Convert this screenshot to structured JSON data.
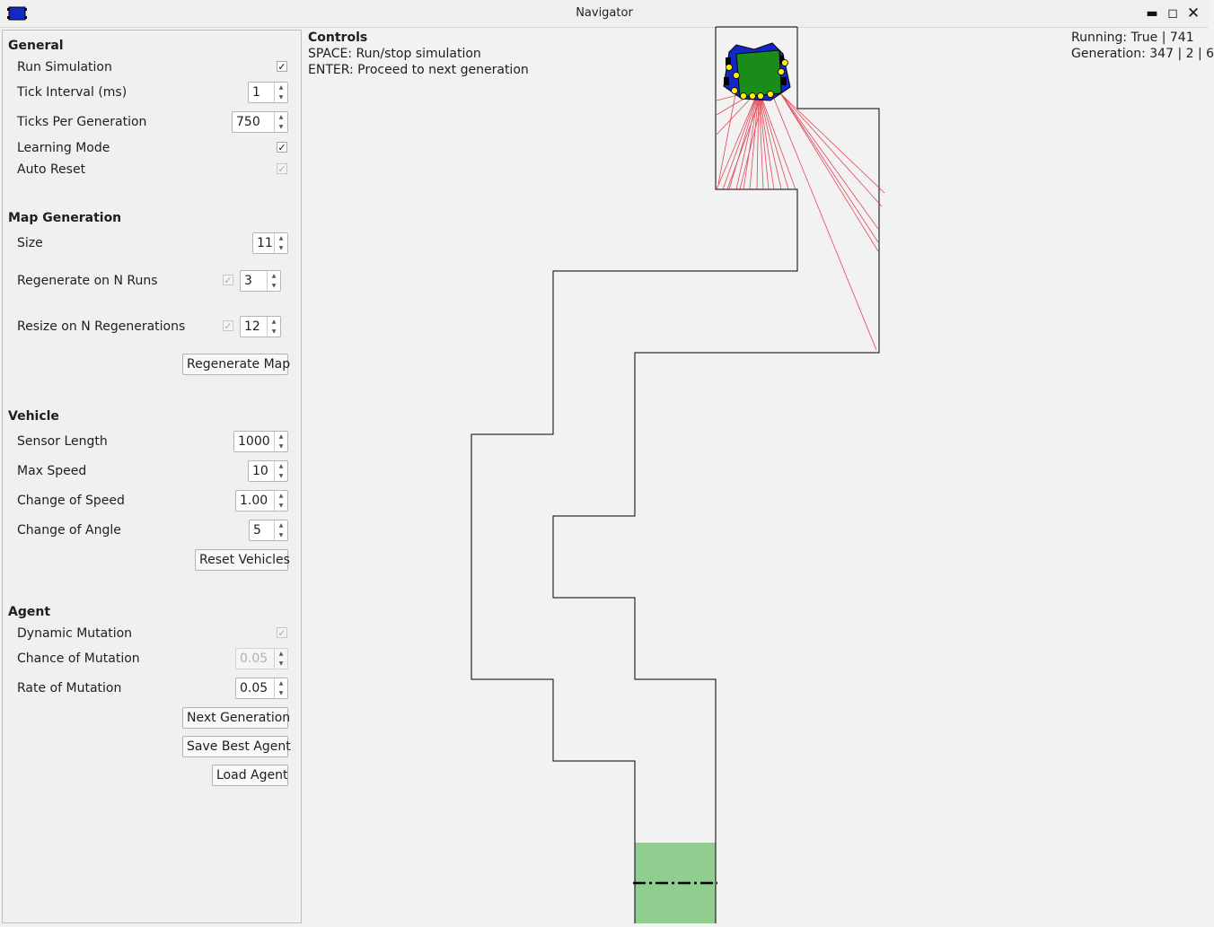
{
  "window": {
    "title": "Navigator"
  },
  "general": {
    "heading": "General",
    "run_simulation": {
      "label": "Run Simulation",
      "checked": true
    },
    "tick_interval": {
      "label": "Tick Interval (ms)",
      "value": "1"
    },
    "ticks_per_generation": {
      "label": "Ticks Per Generation",
      "value": "750"
    },
    "learning_mode": {
      "label": "Learning Mode",
      "checked": true
    },
    "auto_reset": {
      "label": "Auto Reset",
      "checked": true,
      "disabled": true
    }
  },
  "map_generation": {
    "heading": "Map Generation",
    "size": {
      "label": "Size",
      "value": "11"
    },
    "regenerate_on_runs": {
      "label": "Regenerate on N Runs",
      "value": "3",
      "checked": true
    },
    "resize_on_regenerations": {
      "label": "Resize on N Regenerations",
      "value": "12",
      "checked": true
    },
    "regenerate_button": "Regenerate Map"
  },
  "vehicle": {
    "heading": "Vehicle",
    "sensor_length": {
      "label": "Sensor Length",
      "value": "1000"
    },
    "max_speed": {
      "label": "Max Speed",
      "value": "10"
    },
    "change_of_speed": {
      "label": "Change of Speed",
      "value": "1.00"
    },
    "change_of_angle": {
      "label": "Change of Angle",
      "value": "5"
    },
    "reset_button": "Reset Vehicles"
  },
  "agent": {
    "heading": "Agent",
    "dynamic_mutation": {
      "label": "Dynamic Mutation",
      "checked": true,
      "disabled": true
    },
    "chance_of_mutation": {
      "label": "Chance of Mutation",
      "value": "0.05",
      "disabled": true
    },
    "rate_of_mutation": {
      "label": "Rate of Mutation",
      "value": "0.05"
    },
    "next_generation_button": "Next Generation",
    "save_best_button": "Save Best Agent",
    "load_button": "Load Agent"
  },
  "controls": {
    "title": "Controls",
    "space_hint": "SPACE: Run/stop simulation",
    "enter_hint": "ENTER: Proceed to next generation"
  },
  "status": {
    "running": "Running: True | 741",
    "generation": "Generation: 347 | 2 | 6"
  },
  "colors": {
    "wall": "#000000",
    "goal_zone": "#8fce8f",
    "sensor_ray": "#e0283c",
    "vehicle_body": "#1a8c1a",
    "vehicle_shadow": "#1428c8",
    "sensor_dot": "#ffee00"
  },
  "icons": {
    "app": "vehicle-app-icon",
    "minimize": "minimize-icon",
    "maximize": "maximize-icon",
    "close": "close-icon"
  }
}
